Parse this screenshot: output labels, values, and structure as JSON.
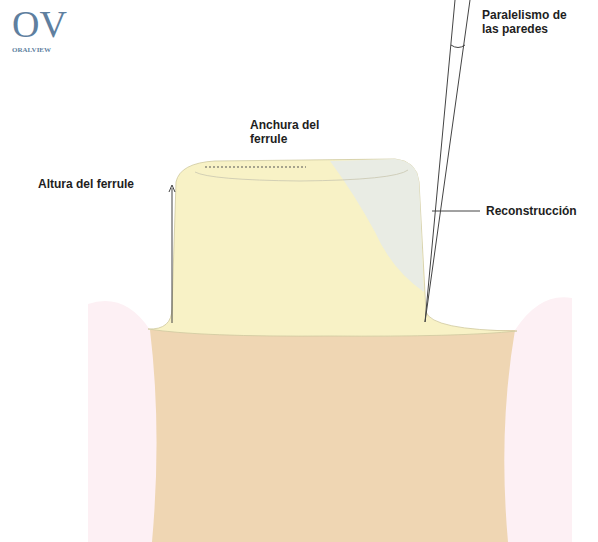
{
  "diagram": {
    "labels": [
      "OV",
      "ORALVIEW",
      "Paralelismo de las paredes",
      "Anchura del ferrule",
      "Altura del ferrule",
      "Reconstrucción"
    ]
  }
}
